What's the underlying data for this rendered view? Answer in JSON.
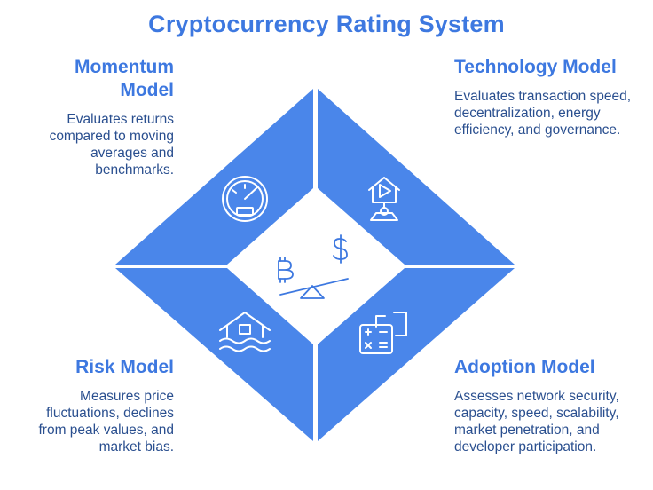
{
  "title": "Cryptocurrency Rating System",
  "center_icon": "bitcoin-dollar-scale-icon",
  "quadrants": {
    "top_left": {
      "heading": "Momentum Model",
      "description": "Evaluates returns compared to moving averages and benchmarks.",
      "icon": "gauge-icon"
    },
    "top_right": {
      "heading": "Technology Model",
      "description": "Evaluates transaction speed, decentralization, energy efficiency, and governance.",
      "icon": "house-play-icon"
    },
    "bottom_left": {
      "heading": "Risk Model",
      "description": "Measures price fluctuations, declines from peak values, and market bias.",
      "icon": "flooded-house-icon"
    },
    "bottom_right": {
      "heading": "Adoption Model",
      "description": "Assesses network security, capacity, speed, scalability, market penetration, and developer participation.",
      "icon": "calculator-icon"
    }
  },
  "colors": {
    "accent": "#3d78e0",
    "quadrant_fill": "#4a86ea",
    "text": "#2a4f8f"
  }
}
